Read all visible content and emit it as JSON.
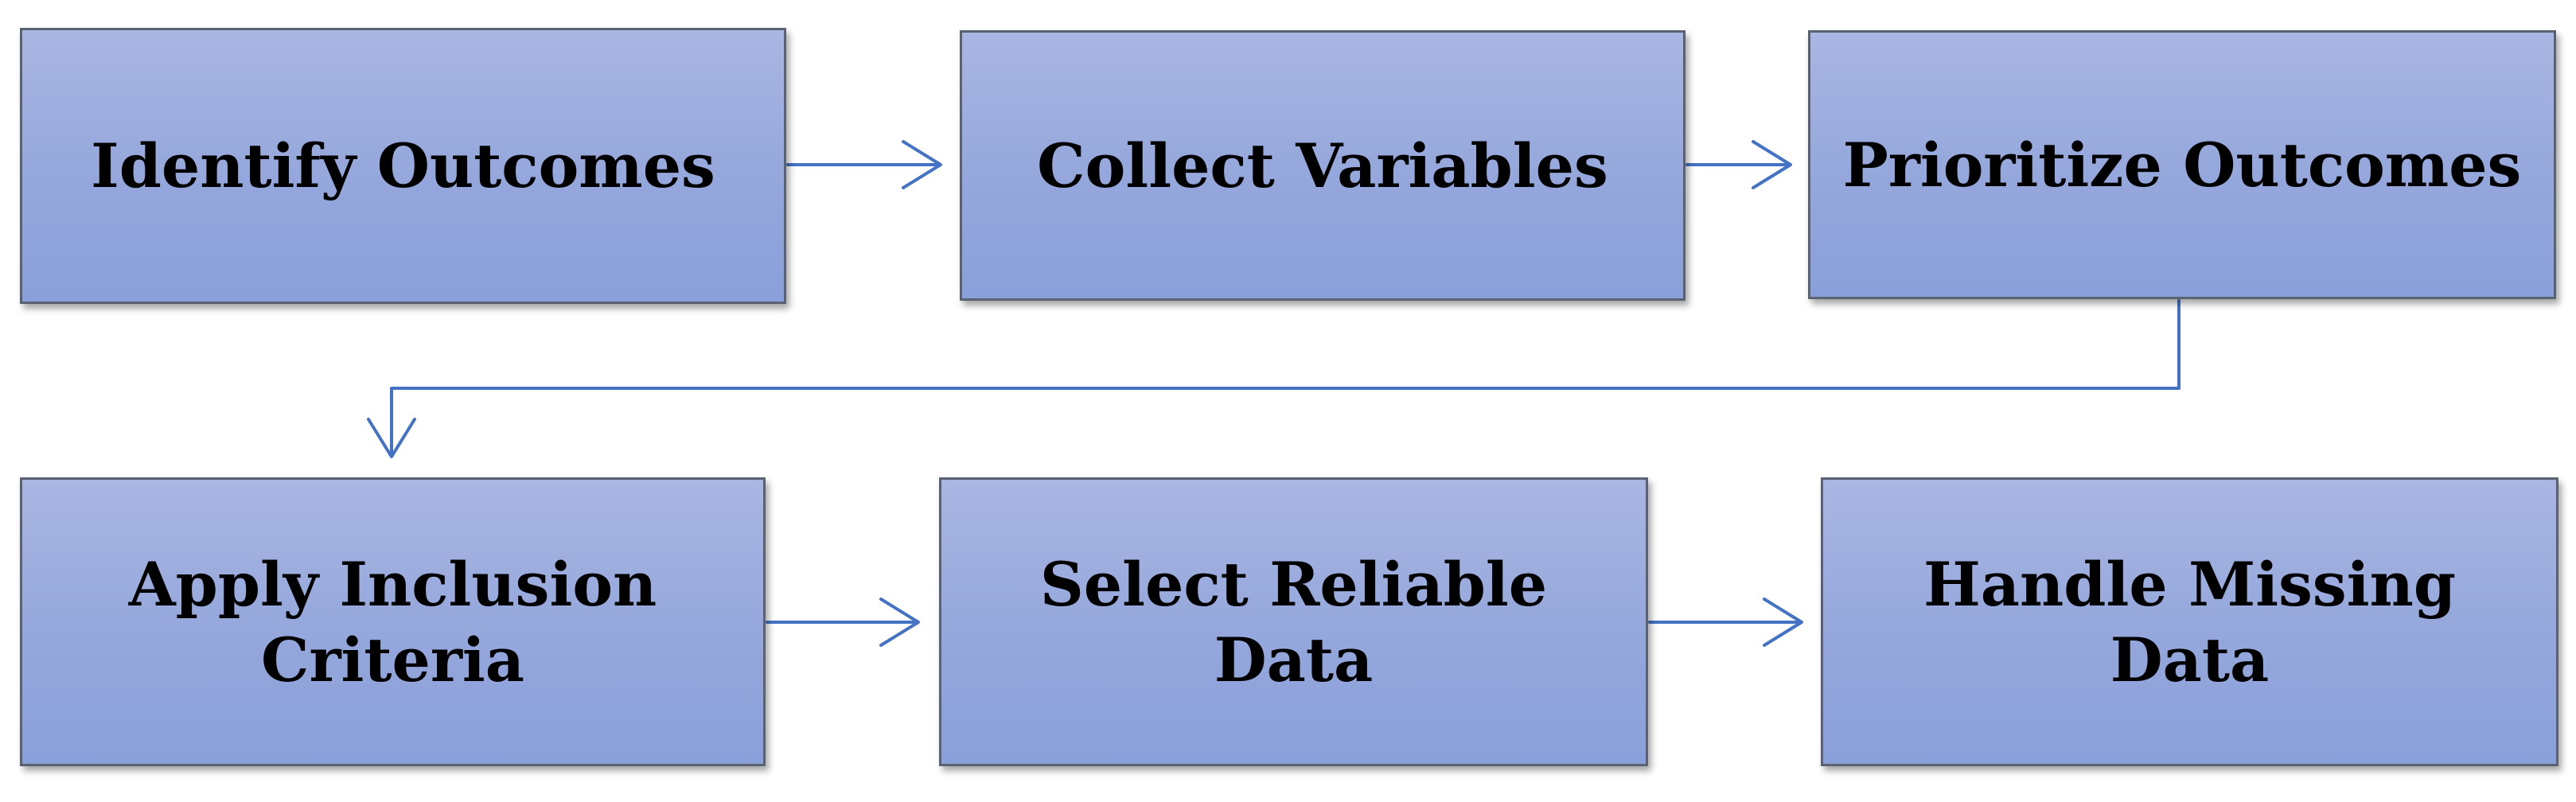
{
  "diagram": {
    "steps": [
      {
        "id": "b1",
        "label": "Identify Outcomes"
      },
      {
        "id": "b2",
        "label": "Collect Variables"
      },
      {
        "id": "b3",
        "label": "Prioritize Outcomes"
      },
      {
        "id": "b4",
        "label": "Apply Inclusion Criteria"
      },
      {
        "id": "b5",
        "label": "Select Reliable Data"
      },
      {
        "id": "b6",
        "label": "Handle Missing Data"
      }
    ],
    "colors": {
      "box_fill_top": "#aab6e2",
      "box_fill_bottom": "#8aa0da",
      "box_border": "#5a6170",
      "arrow": "#4472c4",
      "text": "#000000"
    }
  }
}
